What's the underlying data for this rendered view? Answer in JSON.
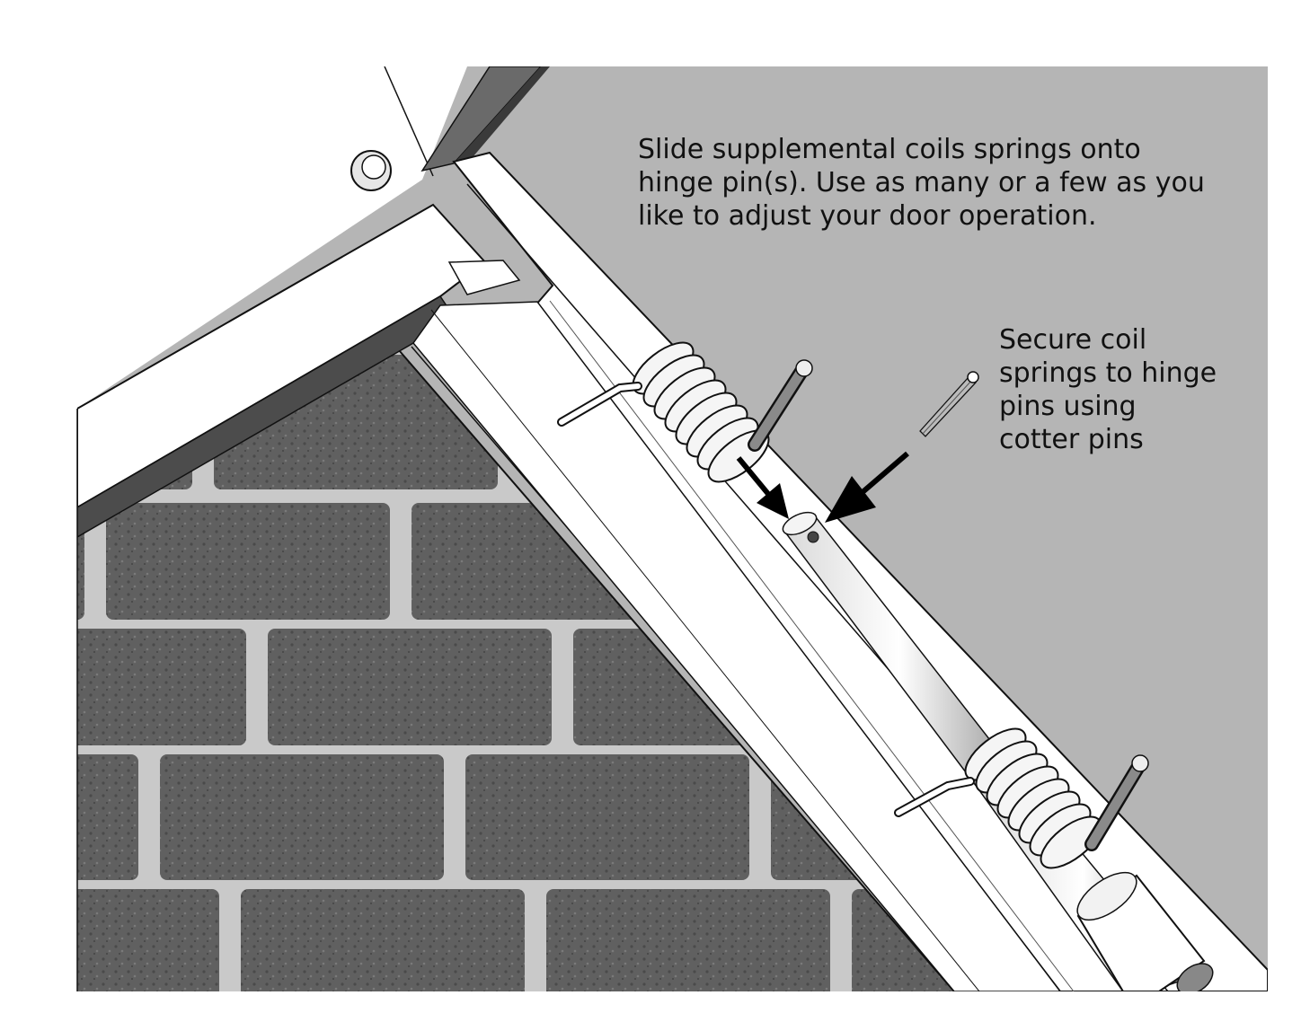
{
  "callouts": [
    {
      "lines": [
        "Slide supplemental coils springs onto",
        "hinge pin(s). Use as many or a few as you",
        "like to adjust your door operation."
      ]
    },
    {
      "lines": [
        "Secure coil",
        "springs to hinge",
        "pins using",
        "cotter pins"
      ]
    }
  ],
  "colors": {
    "background": "#b5b5b5",
    "brick": "#5e5e5e",
    "mortar": "#c9c9c9",
    "frame": "#ffffff",
    "outline": "#111111",
    "arrow": "#000000"
  },
  "icons": [
    "coil-spring-icon",
    "cotter-pin-icon",
    "hinge-pin-icon",
    "arrow-icon"
  ]
}
